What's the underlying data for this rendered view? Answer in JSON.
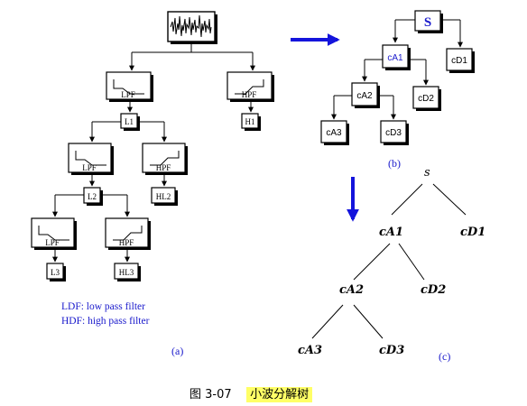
{
  "panel_a": {
    "lpf_label": "LPF",
    "hpf_label": "HPF",
    "l1": "L1",
    "h1": "H1",
    "l2": "L2",
    "hl2": "HL2",
    "l3": "L3",
    "hl3": "HL3",
    "legend_ldf": "LDF: low pass filter",
    "legend_hdf": "HDF: high pass filter",
    "panel_label": "(a)"
  },
  "panel_b": {
    "root": "S",
    "ca1": "cA1",
    "cd1": "cD1",
    "ca2": "cA2",
    "cd2": "cD2",
    "ca3": "cA3",
    "cd3": "cD3",
    "panel_label": "(b)"
  },
  "panel_c": {
    "root": "s",
    "ca1": "cA1",
    "cd1": "cD1",
    "ca2": "cA2",
    "cd2": "cD2",
    "ca3": "cA3",
    "cd3": "cD3",
    "panel_label": "(c)"
  },
  "caption": {
    "figure_number": "图 3-07",
    "title": "小波分解树"
  },
  "colors": {
    "arrow_blue": "#1414dc",
    "root_blue": "#1a1acc",
    "legend_blue": "#1a1acc",
    "caption_highlight": "#ffff66"
  }
}
